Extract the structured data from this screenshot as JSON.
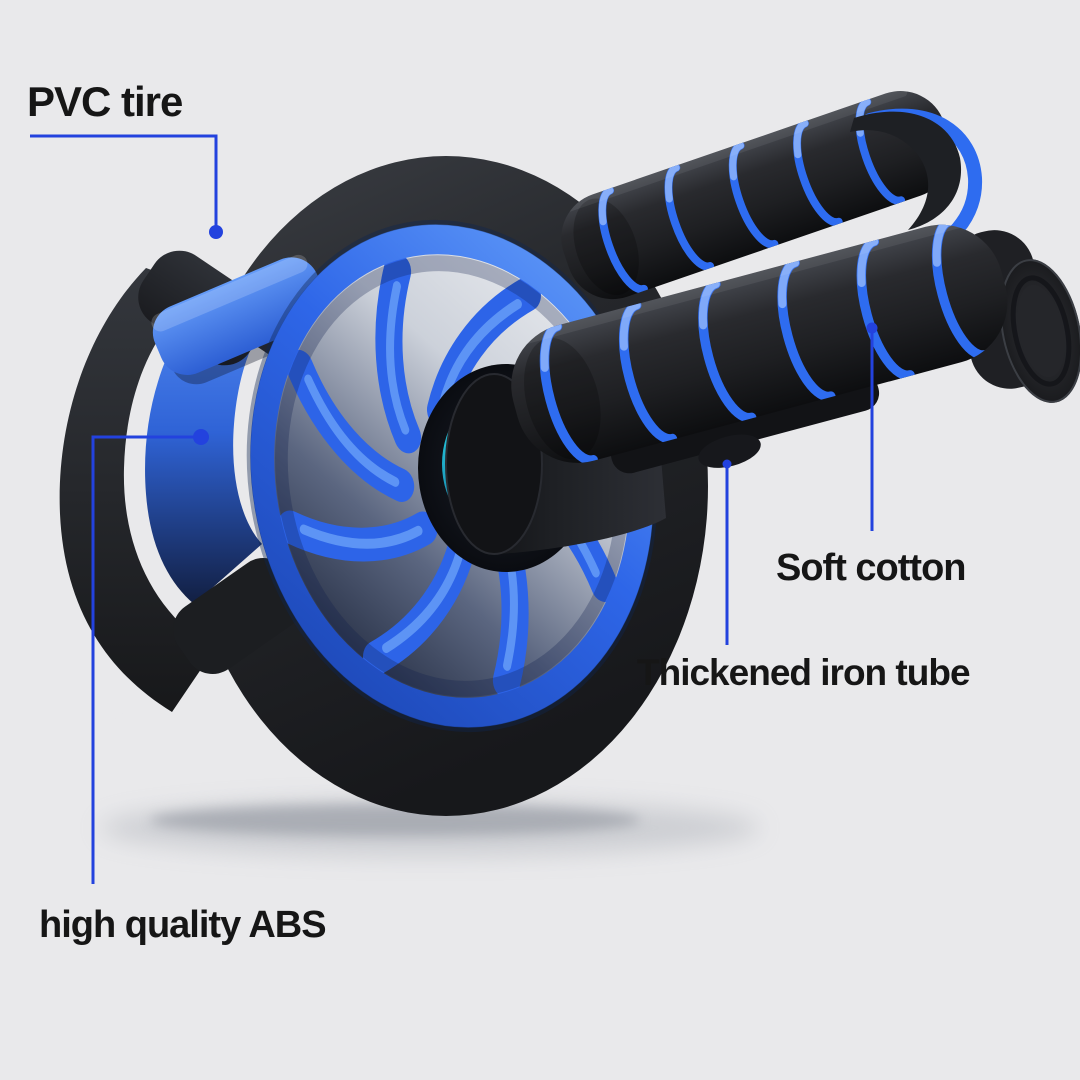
{
  "colors": {
    "background": "#e9e9eb",
    "accent_blue": "#2e6cf0",
    "leader_blue": "#2342de",
    "rim_blue": "#2d64e8",
    "teal_accent": "#1fc0d6",
    "tire_black": "#202226",
    "label_text": "#161616"
  },
  "annotations": {
    "pvc_tire": {
      "label": "PVC tire"
    },
    "abs_body": {
      "label": "high quality ABS"
    },
    "soft_cotton": {
      "label": "Soft cotton"
    },
    "iron_tube": {
      "label": "Thickened iron tube"
    }
  }
}
